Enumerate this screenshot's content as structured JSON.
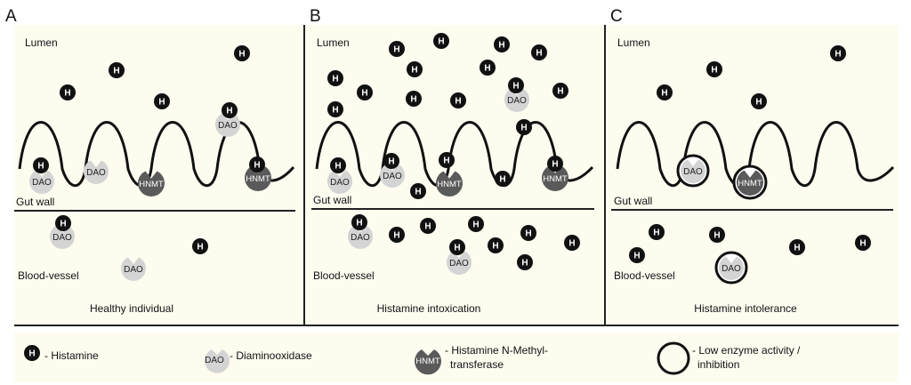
{
  "panels": [
    {
      "letter": "A",
      "lumen": "Lumen",
      "gut_wall": "Gut wall",
      "blood_vessel": "Blood-vessel",
      "caption": "Healthy individual"
    },
    {
      "letter": "B",
      "lumen": "Lumen",
      "gut_wall": "Gut wall",
      "blood_vessel": "Blood-vessel",
      "caption": "Histamine intoxication"
    },
    {
      "letter": "C",
      "lumen": "Lumen",
      "gut_wall": "Gut wall",
      "blood_vessel": "Blood-vessel",
      "caption": "Histamine intolerance"
    }
  ],
  "symbols": {
    "histamine": "H",
    "dao": "DAO",
    "hnmt": "HNMT"
  },
  "legend": {
    "histamine": "- Histamine",
    "dao": "- Diaminooxidase",
    "hnmt_line1": "- Histamine N-Methyl-",
    "hnmt_line2": "transferase",
    "low_line1": "- Low enzyme activity /",
    "low_line2": "inhibition"
  },
  "colors": {
    "background": "#fdfcef",
    "histamine": "#111111",
    "dao": "#d4d4d4",
    "hnmt": "#5a5a5a"
  }
}
